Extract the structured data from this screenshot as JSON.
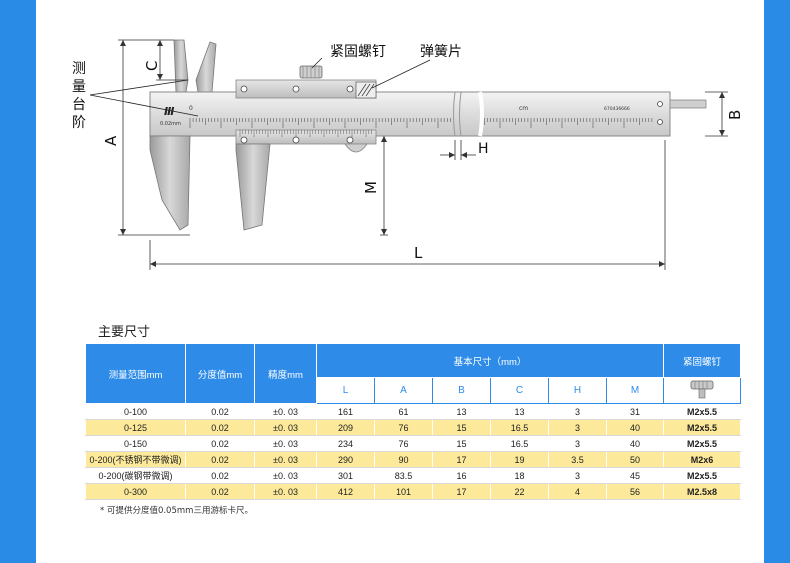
{
  "callouts": {
    "lock_screw": "紧固螺钉",
    "spring": "弹簧片",
    "measuring_step": "测量台阶"
  },
  "dimensions": {
    "A": "A",
    "B": "B",
    "C": "C",
    "H": "H",
    "L": "L",
    "M": "M"
  },
  "scale": {
    "brand_mark": "Ⅲ",
    "resolution": "0.02mm",
    "zero": "0",
    "unit": "cm",
    "serial": "670436666"
  },
  "section_title": "主要尺寸",
  "table": {
    "headers": {
      "range": "测量范围mm",
      "division": "分度值mm",
      "accuracy": "精度mm",
      "basic_dims": "基本尺寸（mm）",
      "lock_screw": "紧固螺钉"
    },
    "sub_headers": [
      "L",
      "A",
      "B",
      "C",
      "H",
      "M"
    ],
    "rows": [
      {
        "range": "0-100",
        "division": "0.02",
        "accuracy": "±0. 03",
        "L": "161",
        "A": "61",
        "B": "13",
        "C": "13",
        "H": "3",
        "M": "31",
        "screw": "M2x5.5"
      },
      {
        "range": "0-125",
        "division": "0.02",
        "accuracy": "±0. 03",
        "L": "209",
        "A": "76",
        "B": "15",
        "C": "16.5",
        "H": "3",
        "M": "40",
        "screw": "M2x5.5"
      },
      {
        "range": "0-150",
        "division": "0.02",
        "accuracy": "±0. 03",
        "L": "234",
        "A": "76",
        "B": "15",
        "C": "16.5",
        "H": "3",
        "M": "40",
        "screw": "M2x5.5"
      },
      {
        "range": "0-200(不锈钢不带微调)",
        "division": "0.02",
        "accuracy": "±0. 03",
        "L": "290",
        "A": "90",
        "B": "17",
        "C": "19",
        "H": "3.5",
        "M": "50",
        "screw": "M2x6"
      },
      {
        "range": "0-200(碳钢带微调)",
        "division": "0.02",
        "accuracy": "±0. 03",
        "L": "301",
        "A": "83.5",
        "B": "16",
        "C": "18",
        "H": "3",
        "M": "45",
        "screw": "M2x5.5"
      },
      {
        "range": "0-300",
        "division": "0.02",
        "accuracy": "±0. 03",
        "L": "412",
        "A": "101",
        "B": "17",
        "C": "22",
        "H": "4",
        "M": "56",
        "screw": "M2.5x8"
      }
    ]
  },
  "note": "* 可提供分度值0.05mm三用游标卡尺。",
  "colors": {
    "frame": "#2a8be6",
    "header": "#2e8ce8",
    "highlight_row": "#fce99a"
  }
}
